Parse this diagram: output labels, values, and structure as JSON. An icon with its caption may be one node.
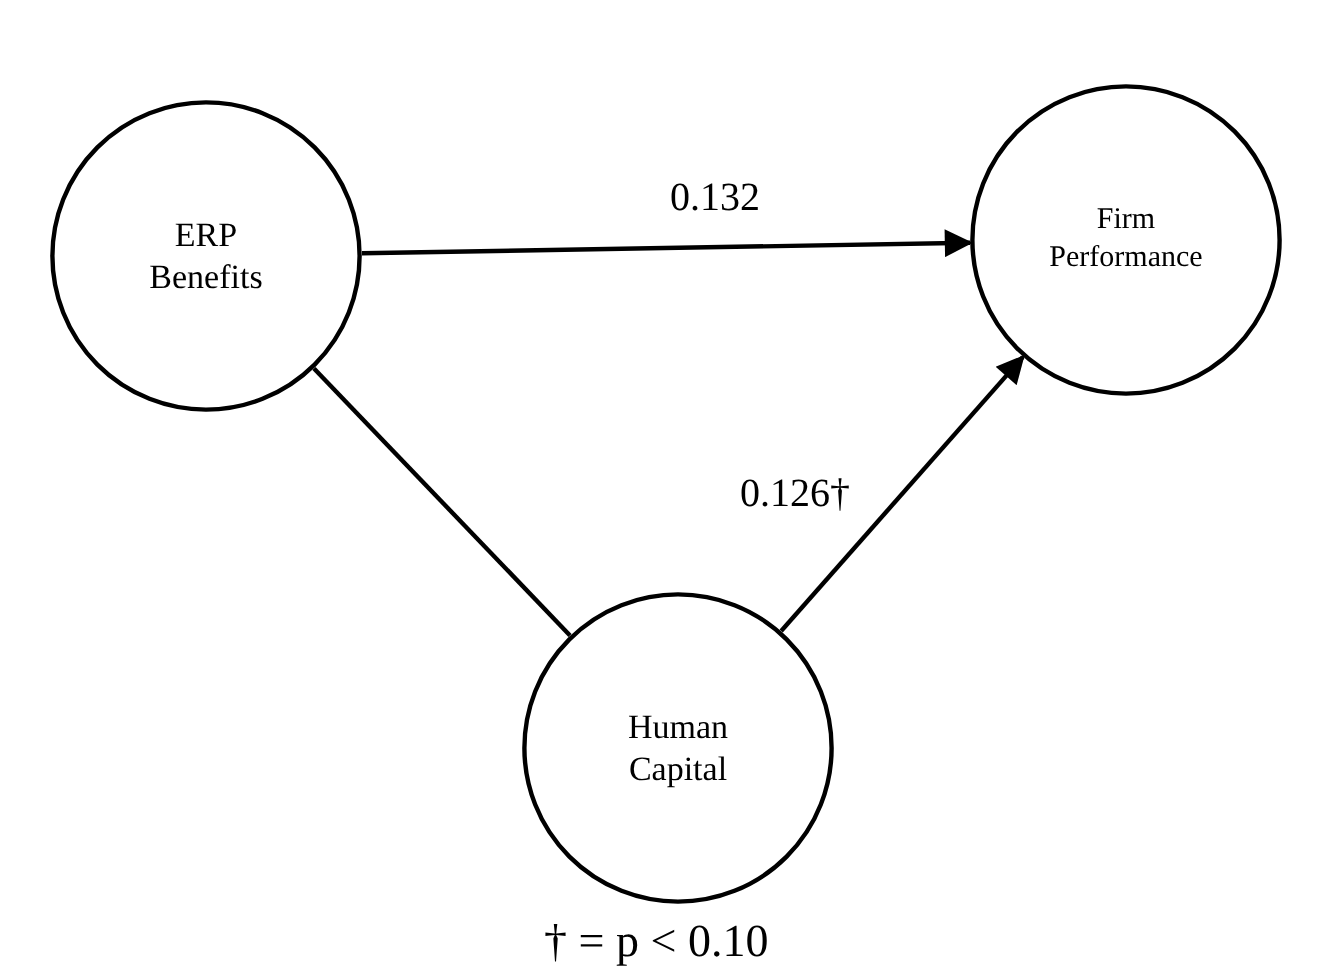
{
  "diagram": {
    "nodes": [
      {
        "text": [
          "ERP Benefits"
        ]
      },
      {
        "text": [
          "Firm Performance"
        ]
      },
      {
        "text": [
          "Human Capital"
        ]
      }
    ],
    "edges": [
      {
        "from": 0,
        "to": 1,
        "arrow": "to",
        "label": "0.132"
      },
      {
        "from": 0,
        "to": 2,
        "arrow": "none"
      },
      {
        "from": 2,
        "to": 1,
        "arrow": "to",
        "label": "0.126†"
      }
    ],
    "labels": [
      "† = p < 0.10"
    ]
  }
}
